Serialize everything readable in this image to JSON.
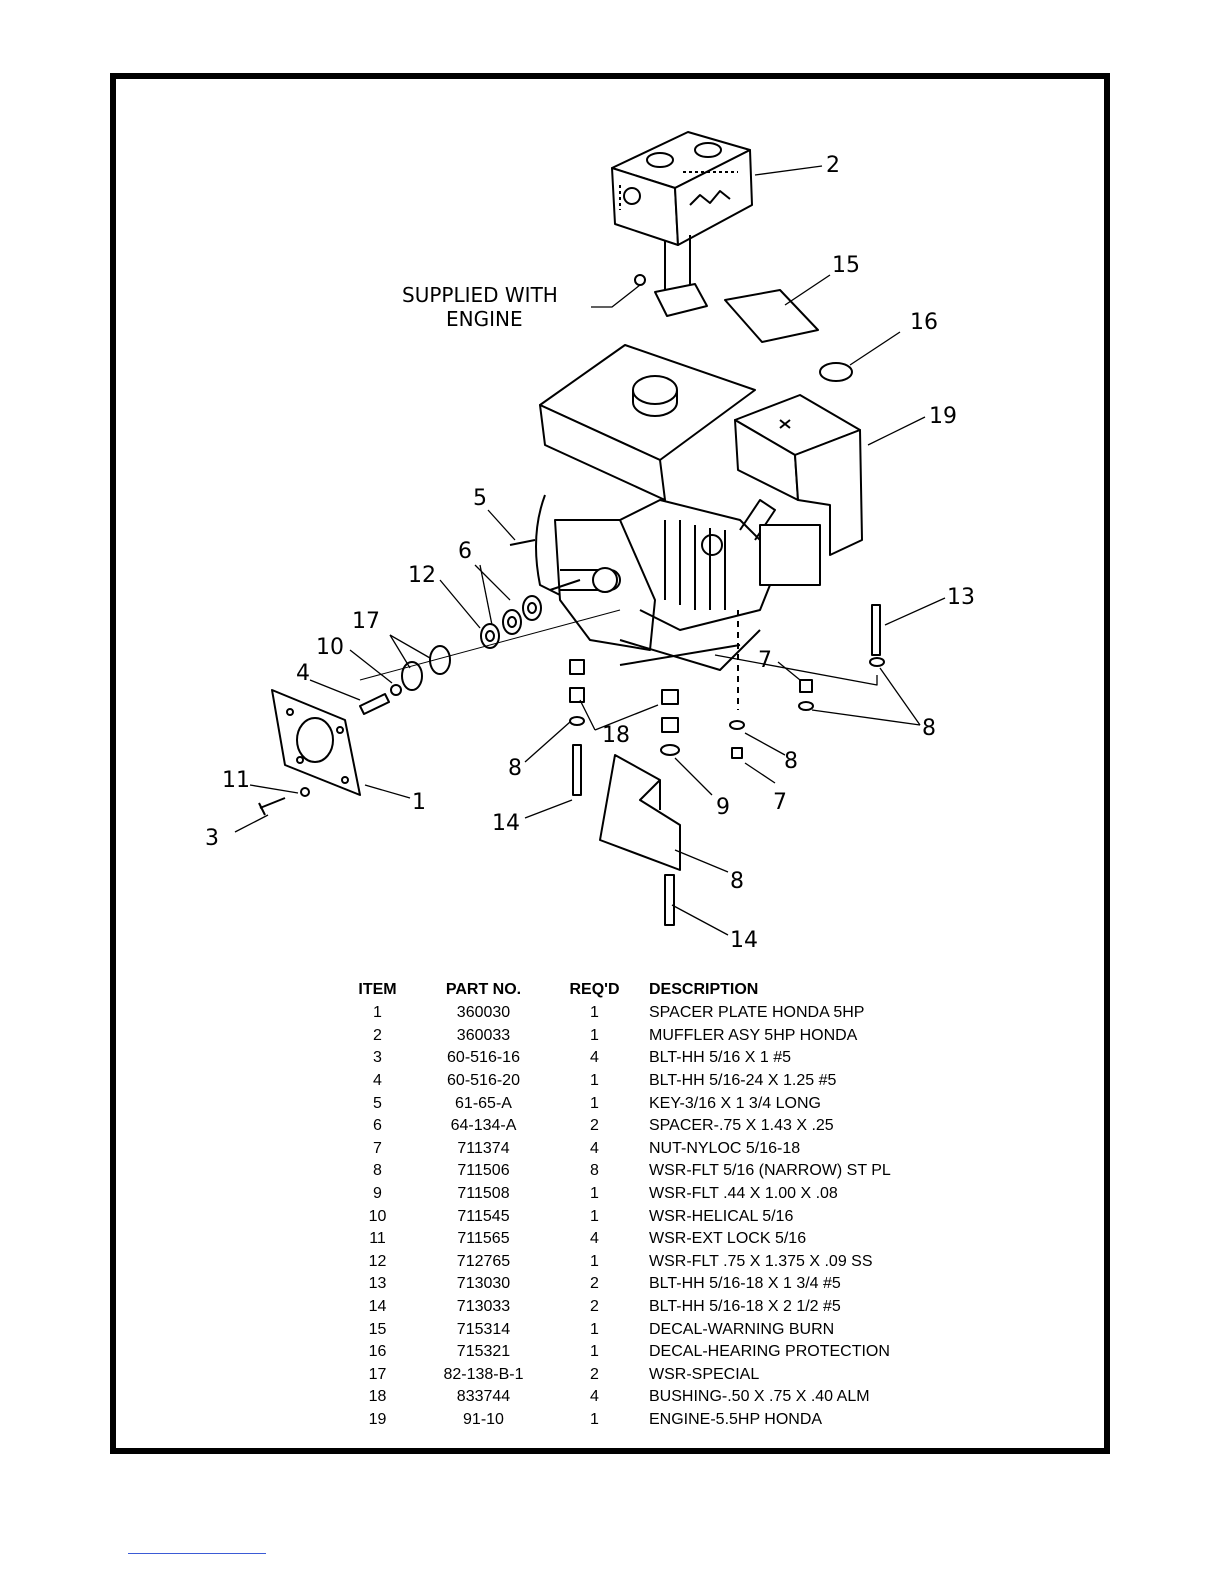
{
  "diagram": {
    "supplied_note_line1": "SUPPLIED  WITH",
    "supplied_note_line2": "ENGINE",
    "callouts": {
      "c2": "2",
      "c15": "15",
      "c16": "16",
      "c19": "19",
      "c5": "5",
      "c6": "6",
      "c12": "12",
      "c17": "17",
      "c10": "10",
      "c4": "4",
      "c13": "13",
      "c7a": "7",
      "c8a": "8",
      "c18": "18",
      "c8b": "8",
      "c8c": "8",
      "c11": "11",
      "c1": "1",
      "c9": "9",
      "c7b": "7",
      "c14a": "14",
      "c3": "3",
      "c8d": "8",
      "c14b": "14"
    }
  },
  "parts_table": {
    "headers": {
      "item": "ITEM",
      "part_no": "PART NO.",
      "reqd": "REQ'D",
      "description": "DESCRIPTION"
    },
    "rows": [
      {
        "item": "1",
        "part_no": "360030",
        "reqd": "1",
        "description": "SPACER PLATE HONDA 5HP"
      },
      {
        "item": "2",
        "part_no": "360033",
        "reqd": "1",
        "description": "MUFFLER ASY 5HP HONDA"
      },
      {
        "item": "3",
        "part_no": "60-516-16",
        "reqd": "4",
        "description": "BLT-HH 5/16 X 1 #5"
      },
      {
        "item": "4",
        "part_no": "60-516-20",
        "reqd": "1",
        "description": "BLT-HH 5/16-24 X 1.25 #5"
      },
      {
        "item": "5",
        "part_no": "61-65-A",
        "reqd": "1",
        "description": "KEY-3/16 X 1 3/4 LONG"
      },
      {
        "item": "6",
        "part_no": "64-134-A",
        "reqd": "2",
        "description": "SPACER-.75 X 1.43 X .25"
      },
      {
        "item": "7",
        "part_no": "711374",
        "reqd": "4",
        "description": "NUT-NYLOC 5/16-18"
      },
      {
        "item": "8",
        "part_no": "711506",
        "reqd": "8",
        "description": "WSR-FLT 5/16 (NARROW) ST PL"
      },
      {
        "item": "9",
        "part_no": "711508",
        "reqd": "1",
        "description": "WSR-FLT .44 X 1.00 X .08"
      },
      {
        "item": "10",
        "part_no": "711545",
        "reqd": "1",
        "description": "WSR-HELICAL 5/16"
      },
      {
        "item": "11",
        "part_no": "711565",
        "reqd": "4",
        "description": "WSR-EXT LOCK 5/16"
      },
      {
        "item": "12",
        "part_no": "712765",
        "reqd": "1",
        "description": "WSR-FLT .75 X 1.375 X .09 SS"
      },
      {
        "item": "13",
        "part_no": "713030",
        "reqd": "2",
        "description": "BLT-HH 5/16-18 X 1 3/4 #5"
      },
      {
        "item": "14",
        "part_no": "713033",
        "reqd": "2",
        "description": "BLT-HH 5/16-18 X 2 1/2 #5"
      },
      {
        "item": "15",
        "part_no": "715314",
        "reqd": "1",
        "description": "DECAL-WARNING BURN"
      },
      {
        "item": "16",
        "part_no": "715321",
        "reqd": "1",
        "description": "DECAL-HEARING PROTECTION"
      },
      {
        "item": "17",
        "part_no": "82-138-B-1",
        "reqd": "2",
        "description": "WSR-SPECIAL"
      },
      {
        "item": "18",
        "part_no": "833744",
        "reqd": "4",
        "description": "BUSHING-.50 X .75 X .40 ALM"
      },
      {
        "item": "19",
        "part_no": "91-10",
        "reqd": "1",
        "description": "ENGINE-5.5HP HONDA"
      }
    ]
  }
}
